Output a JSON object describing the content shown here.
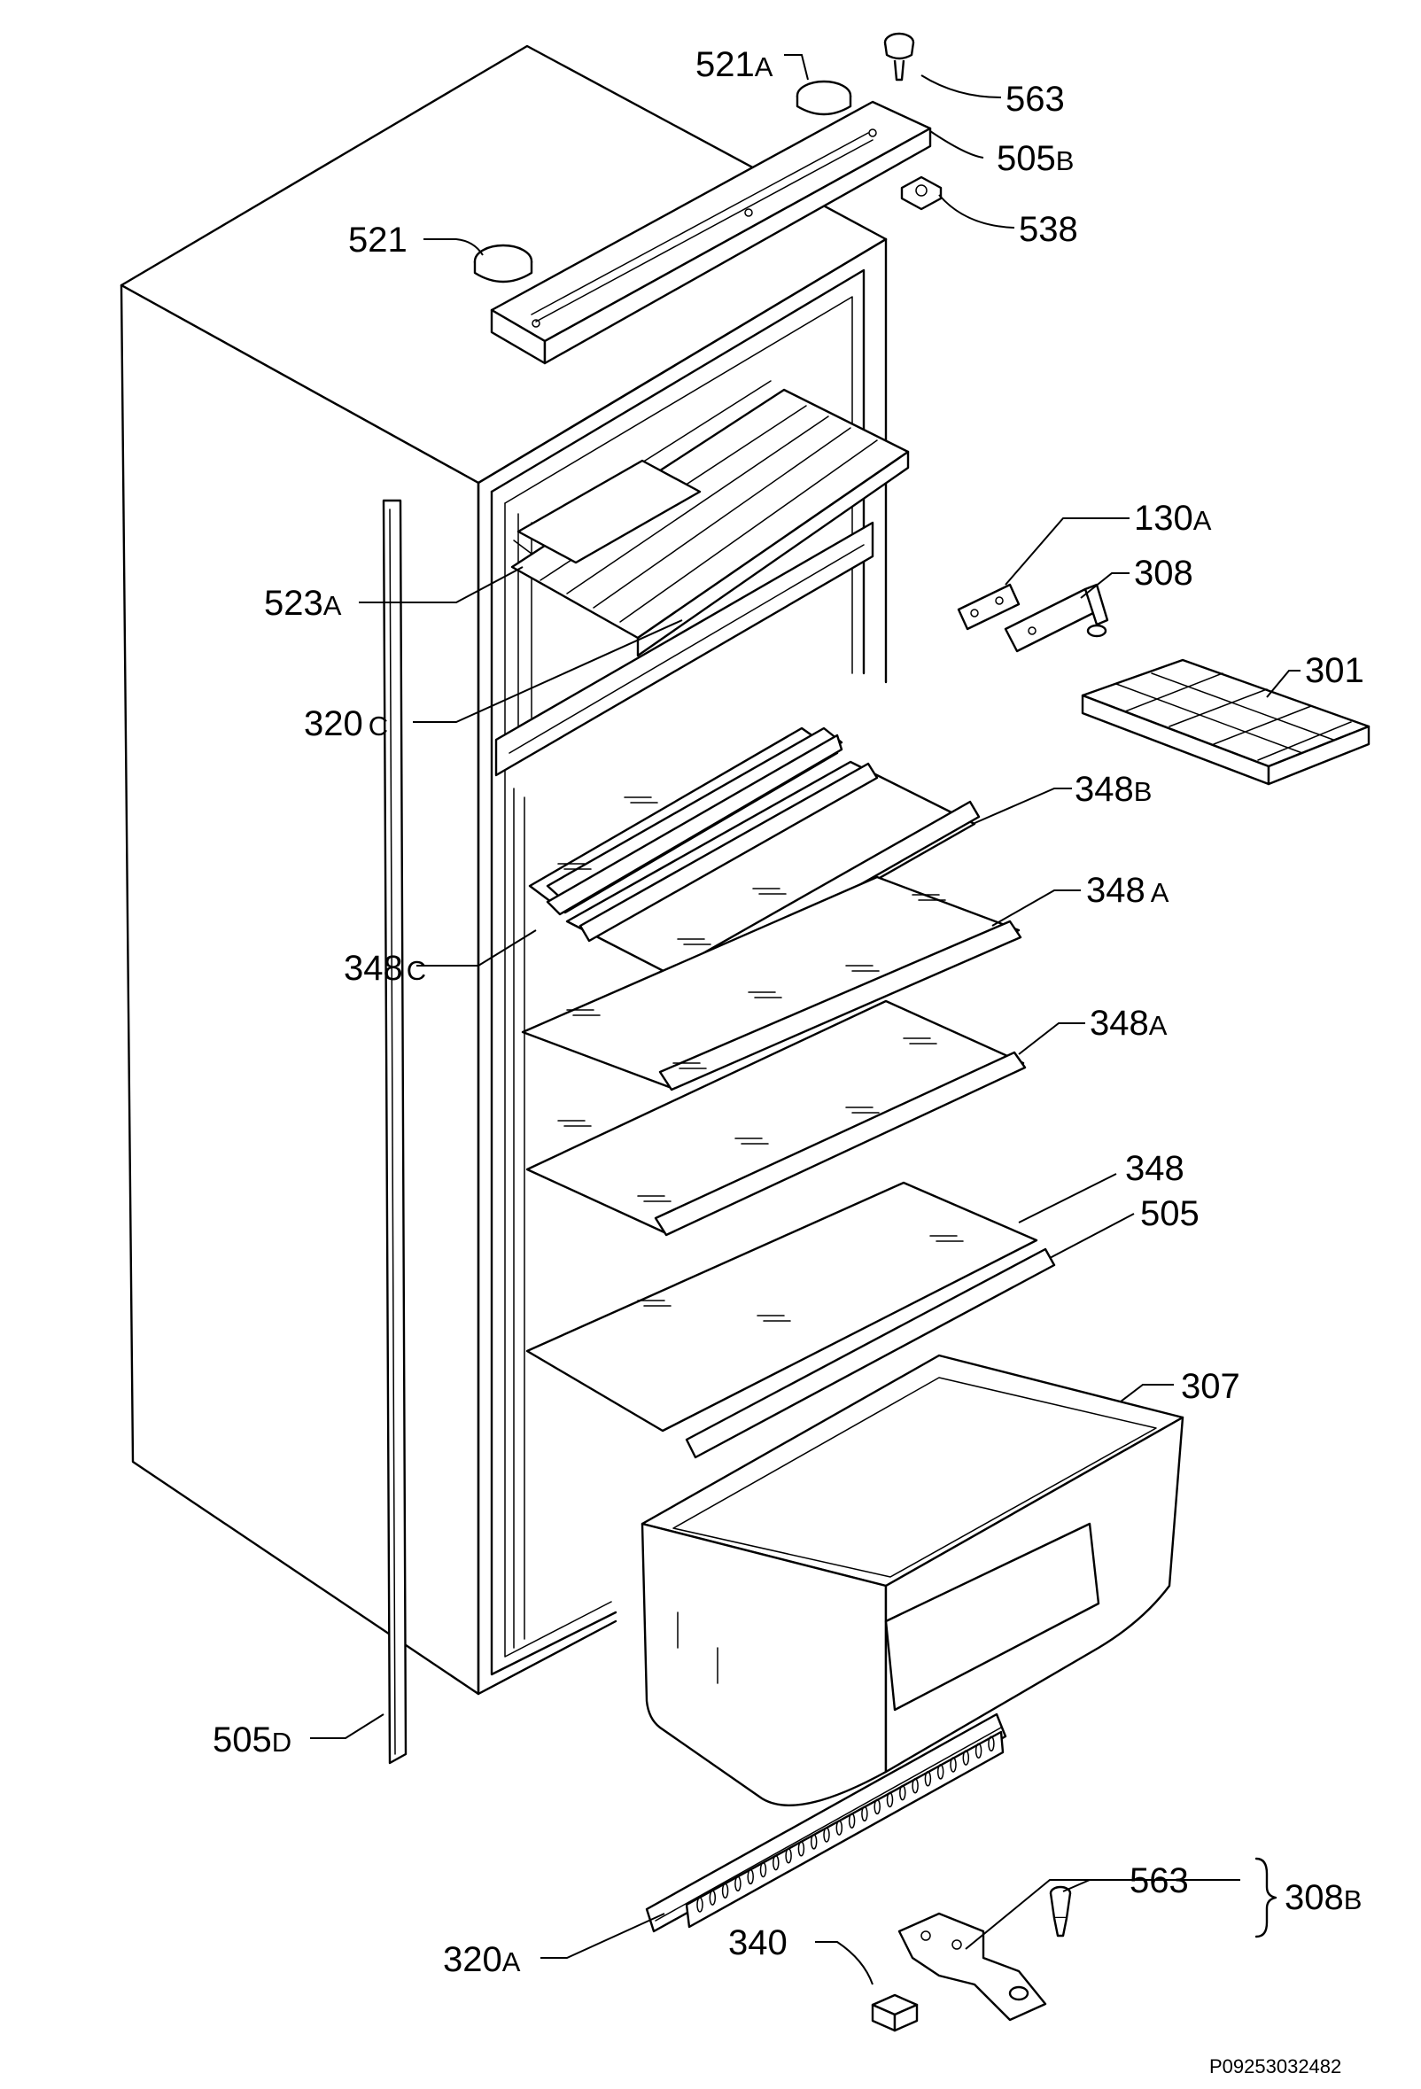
{
  "callouts": [
    {
      "id": "c521a",
      "num": "521",
      "sfx": "A"
    },
    {
      "id": "c563top",
      "num": "563",
      "sfx": ""
    },
    {
      "id": "c505b",
      "num": "505",
      "sfx": "B"
    },
    {
      "id": "c538",
      "num": "538",
      "sfx": ""
    },
    {
      "id": "c521",
      "num": "521",
      "sfx": ""
    },
    {
      "id": "c130a",
      "num": "130",
      "sfx": "A"
    },
    {
      "id": "c308",
      "num": "308",
      "sfx": ""
    },
    {
      "id": "c523a",
      "num": "523",
      "sfx": "A"
    },
    {
      "id": "c301",
      "num": "301",
      "sfx": ""
    },
    {
      "id": "c320c",
      "num": "320",
      "sfx": "C"
    },
    {
      "id": "c348b",
      "num": "348",
      "sfx": "B"
    },
    {
      "id": "c348a1",
      "num": "348",
      "sfx": "A"
    },
    {
      "id": "c348c",
      "num": "348",
      "sfx": "C"
    },
    {
      "id": "c348a2",
      "num": "348",
      "sfx": "A"
    },
    {
      "id": "c348",
      "num": "348",
      "sfx": ""
    },
    {
      "id": "c505",
      "num": "505",
      "sfx": ""
    },
    {
      "id": "c307",
      "num": "307",
      "sfx": ""
    },
    {
      "id": "c505d",
      "num": "505",
      "sfx": "D"
    },
    {
      "id": "c563bot",
      "num": "563",
      "sfx": ""
    },
    {
      "id": "c308b",
      "num": "308",
      "sfx": "B"
    },
    {
      "id": "c340",
      "num": "340",
      "sfx": ""
    },
    {
      "id": "c320a",
      "num": "320",
      "sfx": "A"
    }
  ],
  "reference_code": "P09253032482"
}
